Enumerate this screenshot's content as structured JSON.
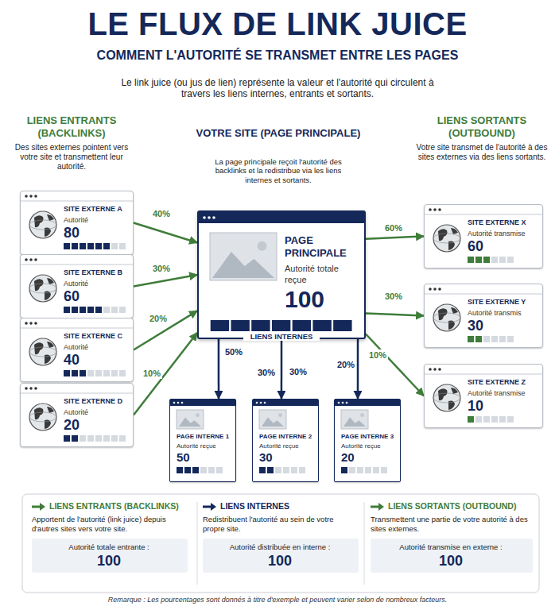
{
  "diagram": {
    "title": "LE FLUX DE LINK JUICE",
    "nodes": [
      {
        "text": [
          "SITE EXTERNE A",
          "Autorité",
          "80"
        ]
      },
      {
        "text": [
          "SITE EXTERNE B",
          "Autorité",
          "60"
        ]
      },
      {
        "text": [
          "SITE EXTERNE C",
          "Autorité",
          "40"
        ]
      },
      {
        "text": [
          "SITE EXTERNE D",
          "Autorité",
          "20"
        ]
      },
      {
        "text": [
          "PAGE PRINCIPALE",
          "Autorité totale reçue",
          "100"
        ]
      },
      {
        "text": [
          "SITE EXTERNE X",
          "Autorité transmise",
          "60"
        ]
      },
      {
        "text": [
          "SITE EXTERNE Y",
          "Autorité transmis",
          "30"
        ]
      },
      {
        "text": [
          "SITE EXTERNE Z",
          "Autorité transmise",
          "10"
        ]
      },
      {
        "text": [
          "PAGE INTERNE 1",
          "Autorité reçue",
          "50"
        ]
      },
      {
        "text": [
          "PAGE INTERNE 2",
          "Autorité reçue",
          "30"
        ]
      },
      {
        "text": [
          "PAGE INTERNE 3",
          "Autorité reçue",
          "20"
        ]
      },
      {
        "text": [
          "LIENS ENTRANTS (BACKLINKS)",
          "Apportent de l'autorité (link juice) depuis d'autres sites vers votre site."
        ]
      },
      {
        "text": [
          "Autorité totale entrante :",
          "100"
        ],
        "in": 11
      },
      {
        "text": [
          "LIENS INTERNES",
          "Redistribuent l'autorité au sein de votre propre site."
        ]
      },
      {
        "text": [
          "Autorité distribuée en interne :",
          "100"
        ],
        "in": 13
      },
      {
        "text": [
          "LIENS SORTANTS (OUTBOUND)",
          "Transmettent une partie de votre autorité à des sites externes."
        ]
      },
      {
        "text": [
          "Autorité transmise en externe :",
          "100"
        ],
        "in": 15
      }
    ],
    "edges": [
      {
        "from": 0,
        "to": 4,
        "arrow": "to",
        "label": "40%"
      },
      {
        "from": 1,
        "to": 4,
        "arrow": "to",
        "label": "30%"
      },
      {
        "from": 2,
        "to": 4,
        "arrow": "to",
        "label": "20%"
      },
      {
        "from": 3,
        "to": 4,
        "arrow": "to",
        "label": "10%"
      },
      {
        "from": 4,
        "to": 8,
        "arrow": "to",
        "label": "50%"
      },
      {
        "from": 4,
        "to": 9,
        "arrow": "to",
        "label": "30%"
      },
      {
        "from": 4,
        "to": 10,
        "arrow": "to",
        "label": "20%"
      },
      {
        "from": 4,
        "to": 5,
        "arrow": "to",
        "label": "60%"
      },
      {
        "from": 4,
        "to": 6,
        "arrow": "to",
        "label": "30%"
      },
      {
        "from": 4,
        "to": 7,
        "arrow": "to",
        "label": "10%"
      }
    ],
    "labels": [
      "COMMENT L'AUTORITÉ SE TRANSMET ENTRE LES PAGES",
      "Le link juice (ou jus de lien) représente la valeur et l'autorité qui circulent à travers les liens internes, entrants et sortants.",
      "LIENS ENTRANTS (BACKLINKS)",
      "Des sites externes pointent vers votre site et transmettent leur autorité.",
      "VOTRE SITE (PAGE PRINCIPALE)",
      "La page principale reçoit l'autorité des backlinks et la redistribue via les liens internes et sortants.",
      "LIENS SORTANTS (OUTBOUND)",
      "Votre site transmet de l'autorité à des sites externes via des liens sortants.",
      "LIENS INTERNES",
      "30%",
      "Remarque : Les pourcentages sont donnés à titre d'exemple et peuvent varier selon de nombreux facteurs."
    ]
  }
}
